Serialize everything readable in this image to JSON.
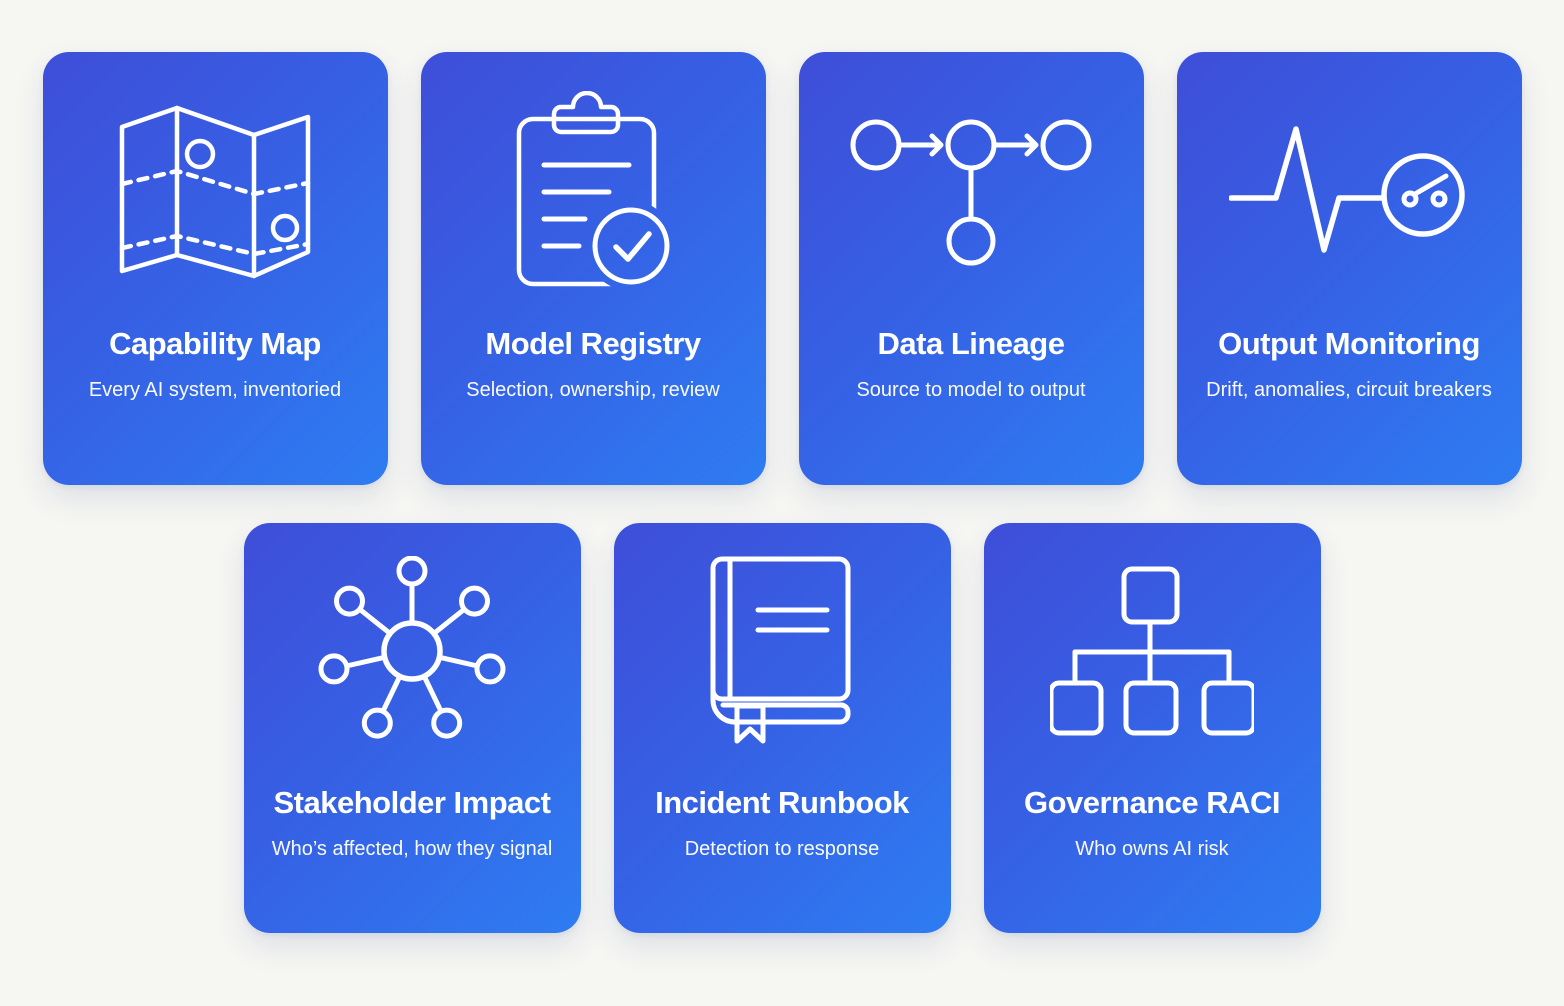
{
  "page": {
    "background_color": "#f6f6f3",
    "card_gradient_start": "#3f4ed8",
    "card_gradient_end": "#2e7cf2",
    "card_text_color": "#ffffff"
  },
  "rows": [
    {
      "cards": [
        {
          "icon": "map-icon",
          "title": "Capability Map",
          "subtitle": "Every AI system, inventoried"
        },
        {
          "icon": "clipboard-check-icon",
          "title": "Model Registry",
          "subtitle": "Selection, ownership, review"
        },
        {
          "icon": "lineage-graph-icon",
          "title": "Data Lineage",
          "subtitle": "Source to model to output"
        },
        {
          "icon": "pulse-breaker-icon",
          "title": "Output Monitoring",
          "subtitle": "Drift, anomalies, circuit breakers"
        }
      ]
    },
    {
      "cards": [
        {
          "icon": "hub-spoke-icon",
          "title": "Stakeholder Impact",
          "subtitle": "Who’s affected, how they signal"
        },
        {
          "icon": "runbook-icon",
          "title": "Incident Runbook",
          "subtitle": "Detection to response"
        },
        {
          "icon": "org-chart-icon",
          "title": "Governance RACI",
          "subtitle": "Who owns AI risk"
        }
      ]
    }
  ]
}
